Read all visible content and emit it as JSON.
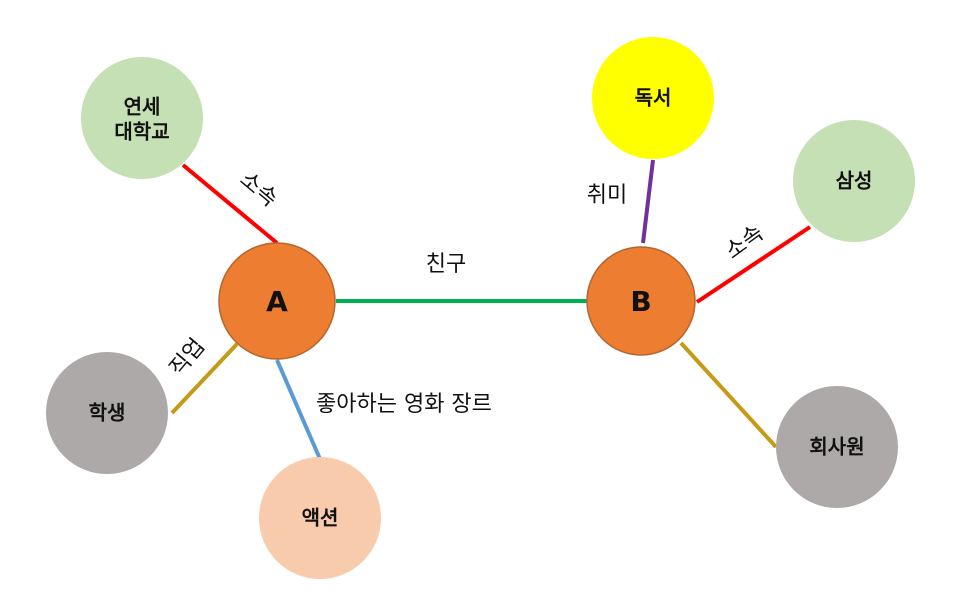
{
  "colors": {
    "hub": "#ED7D31",
    "hub_border": "#B5652E",
    "green_node": "#C5E0B4",
    "gray_node": "#ADA9A8",
    "peach_node": "#F8CBAD",
    "yellow_node": "#FFFF00",
    "edge_affiliation": "#FF0000",
    "edge_friend": "#00B050",
    "edge_hobby": "#7030A0",
    "edge_job": "#C59A17",
    "edge_genre": "#5B9BD5"
  },
  "nodes": {
    "a": {
      "label": "A"
    },
    "b": {
      "label": "B"
    },
    "yonsei": {
      "line1": "연세",
      "line2": "대학교"
    },
    "student": {
      "label": "학생"
    },
    "action": {
      "label": "액션"
    },
    "reading": {
      "label": "독서"
    },
    "samsung": {
      "label": "삼성"
    },
    "employee": {
      "label": "회사원"
    }
  },
  "edges": {
    "a_yonsei": {
      "label": "소속"
    },
    "a_student": {
      "label": "직업"
    },
    "a_action": {
      "label": "좋아하는 영화 장르"
    },
    "a_b": {
      "label": "친구"
    },
    "b_reading": {
      "label": "취미"
    },
    "b_samsung": {
      "label": "소속"
    },
    "b_employee": {
      "label": ""
    }
  }
}
